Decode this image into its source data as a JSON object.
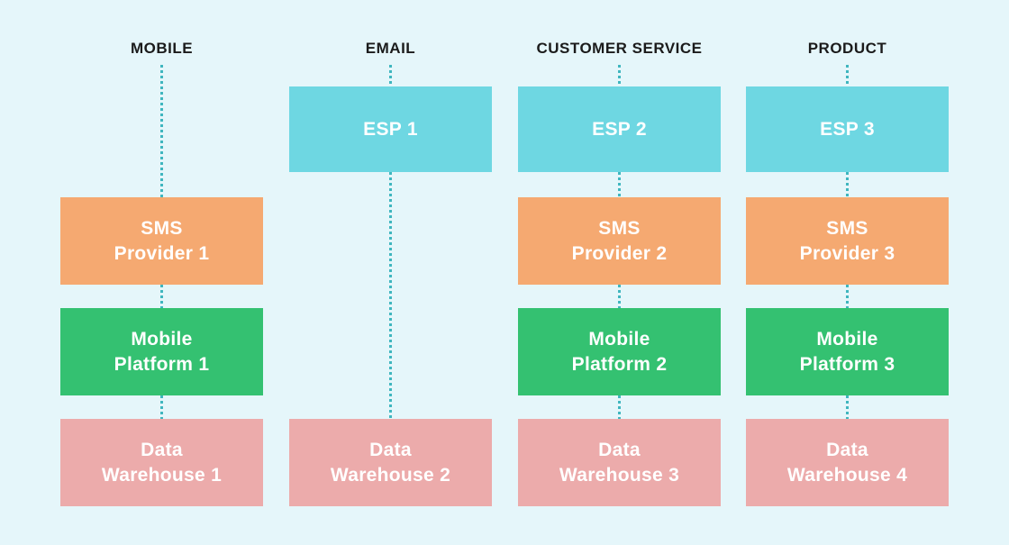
{
  "diagram": {
    "description": "Marketing technology stack diagram with four channel columns connected by dotted lines",
    "colors": {
      "background": "#e5f6fa",
      "esp_box": "#6ed7e2",
      "sms_provider_box": "#f5a971",
      "mobile_platform_box": "#34c171",
      "data_warehouse_box": "#ecabab",
      "connector_dots": "#3fb6bf",
      "header_text": "#1b1b1b",
      "box_text": "#ffffff"
    },
    "columns": [
      {
        "header": "MOBILE",
        "boxes": [
          {
            "kind": "sms-provider",
            "line1": "SMS",
            "line2": "Provider 1"
          },
          {
            "kind": "mobile-platform",
            "line1": "Mobile",
            "line2": "Platform 1"
          },
          {
            "kind": "data-warehouse",
            "line1": "Data",
            "line2": "Warehouse 1"
          }
        ]
      },
      {
        "header": "EMAIL",
        "boxes": [
          {
            "kind": "esp",
            "line1": "ESP 1"
          },
          {
            "kind": "data-warehouse",
            "line1": "Data",
            "line2": "Warehouse 2"
          }
        ]
      },
      {
        "header": "CUSTOMER SERVICE",
        "boxes": [
          {
            "kind": "esp",
            "line1": "ESP 2"
          },
          {
            "kind": "sms-provider",
            "line1": "SMS",
            "line2": "Provider 2"
          },
          {
            "kind": "mobile-platform",
            "line1": "Mobile",
            "line2": "Platform 2"
          },
          {
            "kind": "data-warehouse",
            "line1": "Data",
            "line2": "Warehouse 3"
          }
        ]
      },
      {
        "header": "PRODUCT",
        "boxes": [
          {
            "kind": "esp",
            "line1": "ESP 3"
          },
          {
            "kind": "sms-provider",
            "line1": "SMS",
            "line2": "Provider 3"
          },
          {
            "kind": "mobile-platform",
            "line1": "Mobile",
            "line2": "Platform 3"
          },
          {
            "kind": "data-warehouse",
            "line1": "Data",
            "line2": "Warehouse 4"
          }
        ]
      }
    ]
  }
}
